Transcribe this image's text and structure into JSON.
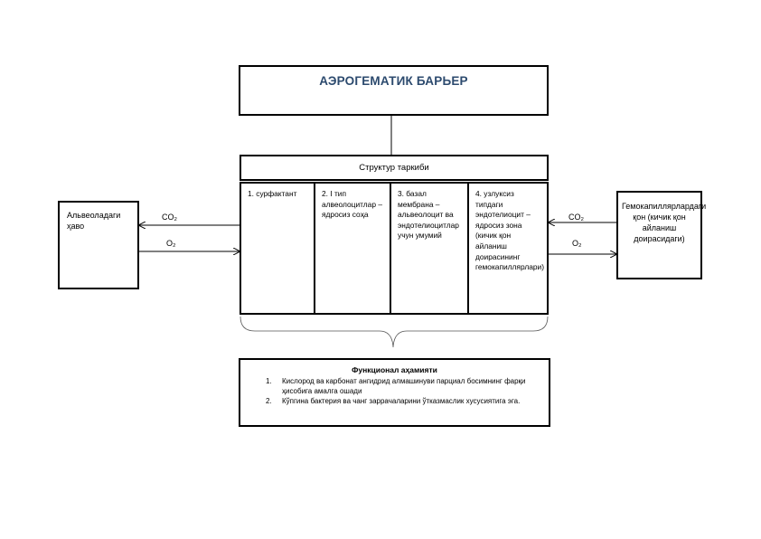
{
  "title": "АЭРОГЕМАТИК БАРЬЕР",
  "structure_label": "Структур таркиби",
  "cells": [
    "1. сурфактант",
    "2.  I тип алвеолоцитлар – ядросиз соҳа",
    "3. базал мембрана – альвеолоцит ва эндотелиоцитлар учун умумий",
    "4. узлуксиз типдаги эндотелиоцит – ядросиз зона (кичик қон айланиш доирасининг гемокапиллярлари)"
  ],
  "left_box": "Альвеоладаги ҳаво",
  "right_box": "Гемокапиллярлардаги қон (кичик қон айланиш доирасидаги)",
  "gases": {
    "left_co2": "CO₂",
    "left_o2": "O₂",
    "right_co2": "CO₂",
    "right_o2": "O₂"
  },
  "function": {
    "title": "Функционал аҳамияти",
    "items": [
      {
        "num": "1.",
        "text": "Кислород ва карбонат ангидрид алмашинуви парциал босимнинг фарқи ҳисобига амалга ошади"
      },
      {
        "num": "2.",
        "text": "Кўпгина бактерия ва чанг заррачаларини ўтказмаслик хусусиятига эга."
      }
    ]
  }
}
